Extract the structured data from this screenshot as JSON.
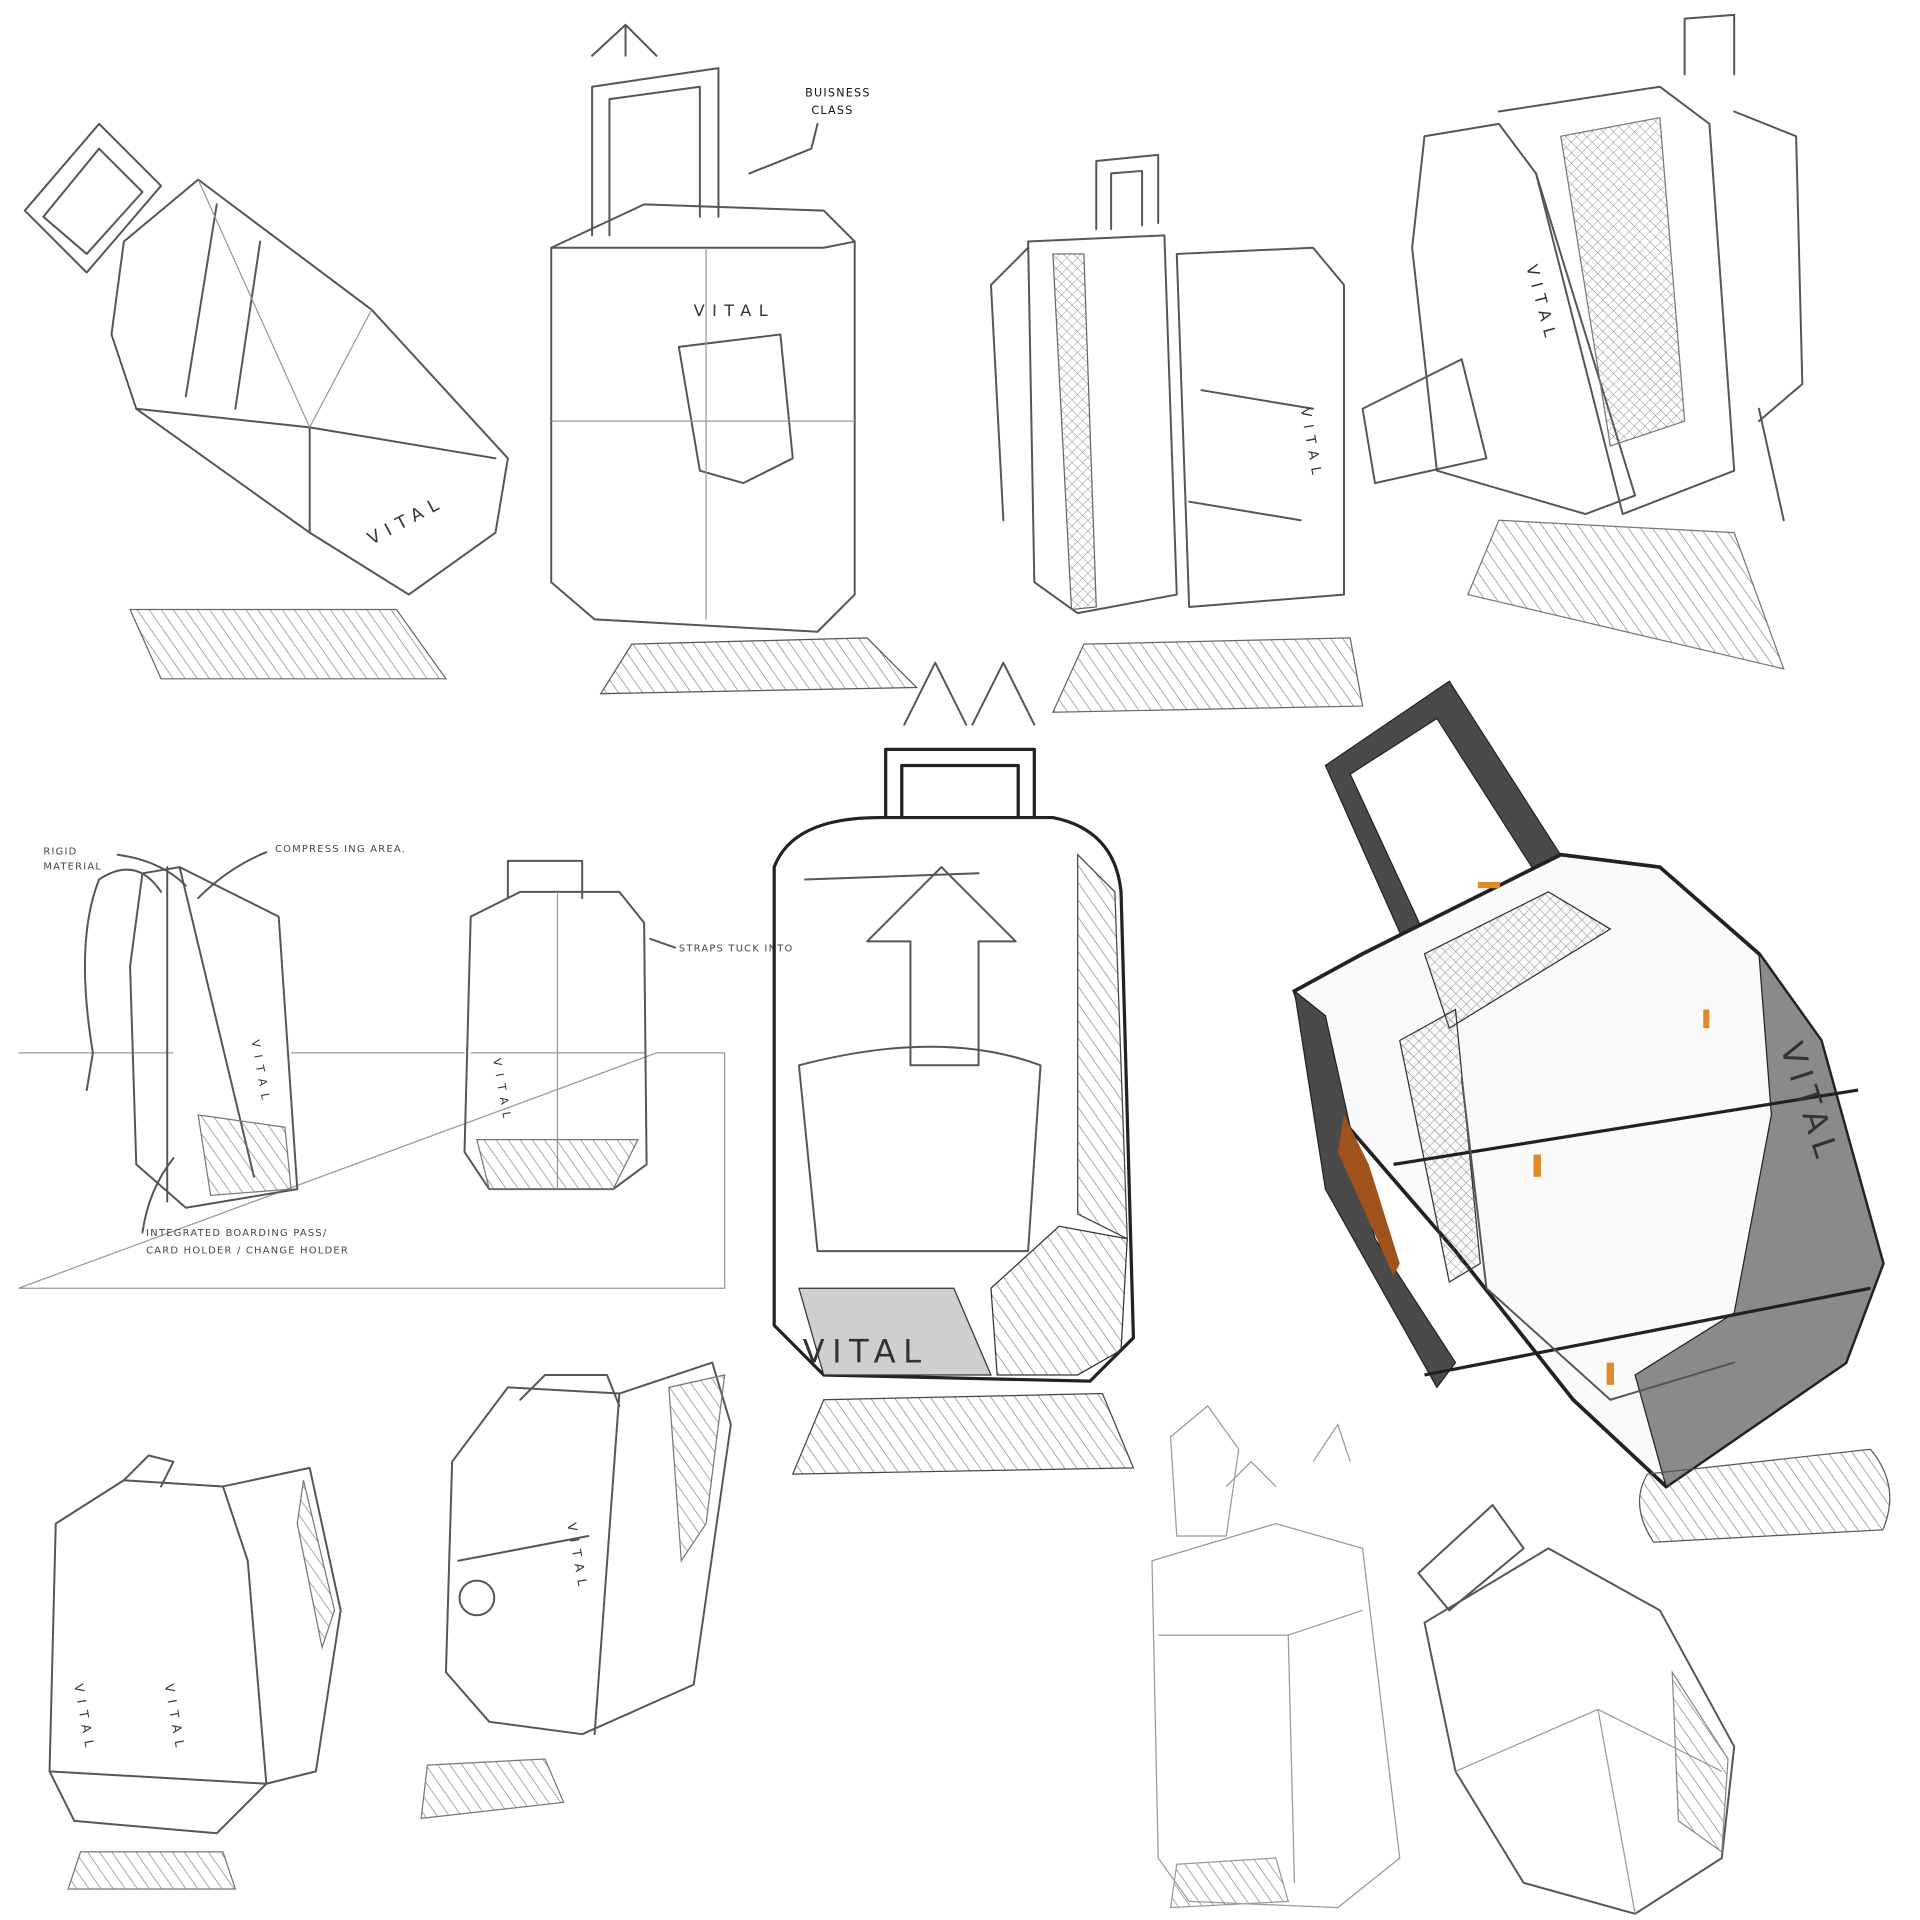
{
  "brand": "VITAL",
  "annotations": {
    "business_class": [
      "BUISNESS",
      "CLASS"
    ],
    "rigid_material": [
      "RIGID",
      "MATERIAL"
    ],
    "compressing_area": "COMPRESS ING AREA.",
    "straps_tuck": "STRAPS TUCK INTO",
    "boarding_pass": [
      "INTEGRATED  BOARDING PASS/",
      "CARD HOLDER / CHANGE HOLDER"
    ]
  },
  "colors": {
    "pencil": "#555555",
    "marker_dark": "#4a4a4a",
    "marker_grey": "#8a8a8a",
    "accent_orange": "#e08a2a",
    "accent_brown": "#a0521c"
  }
}
